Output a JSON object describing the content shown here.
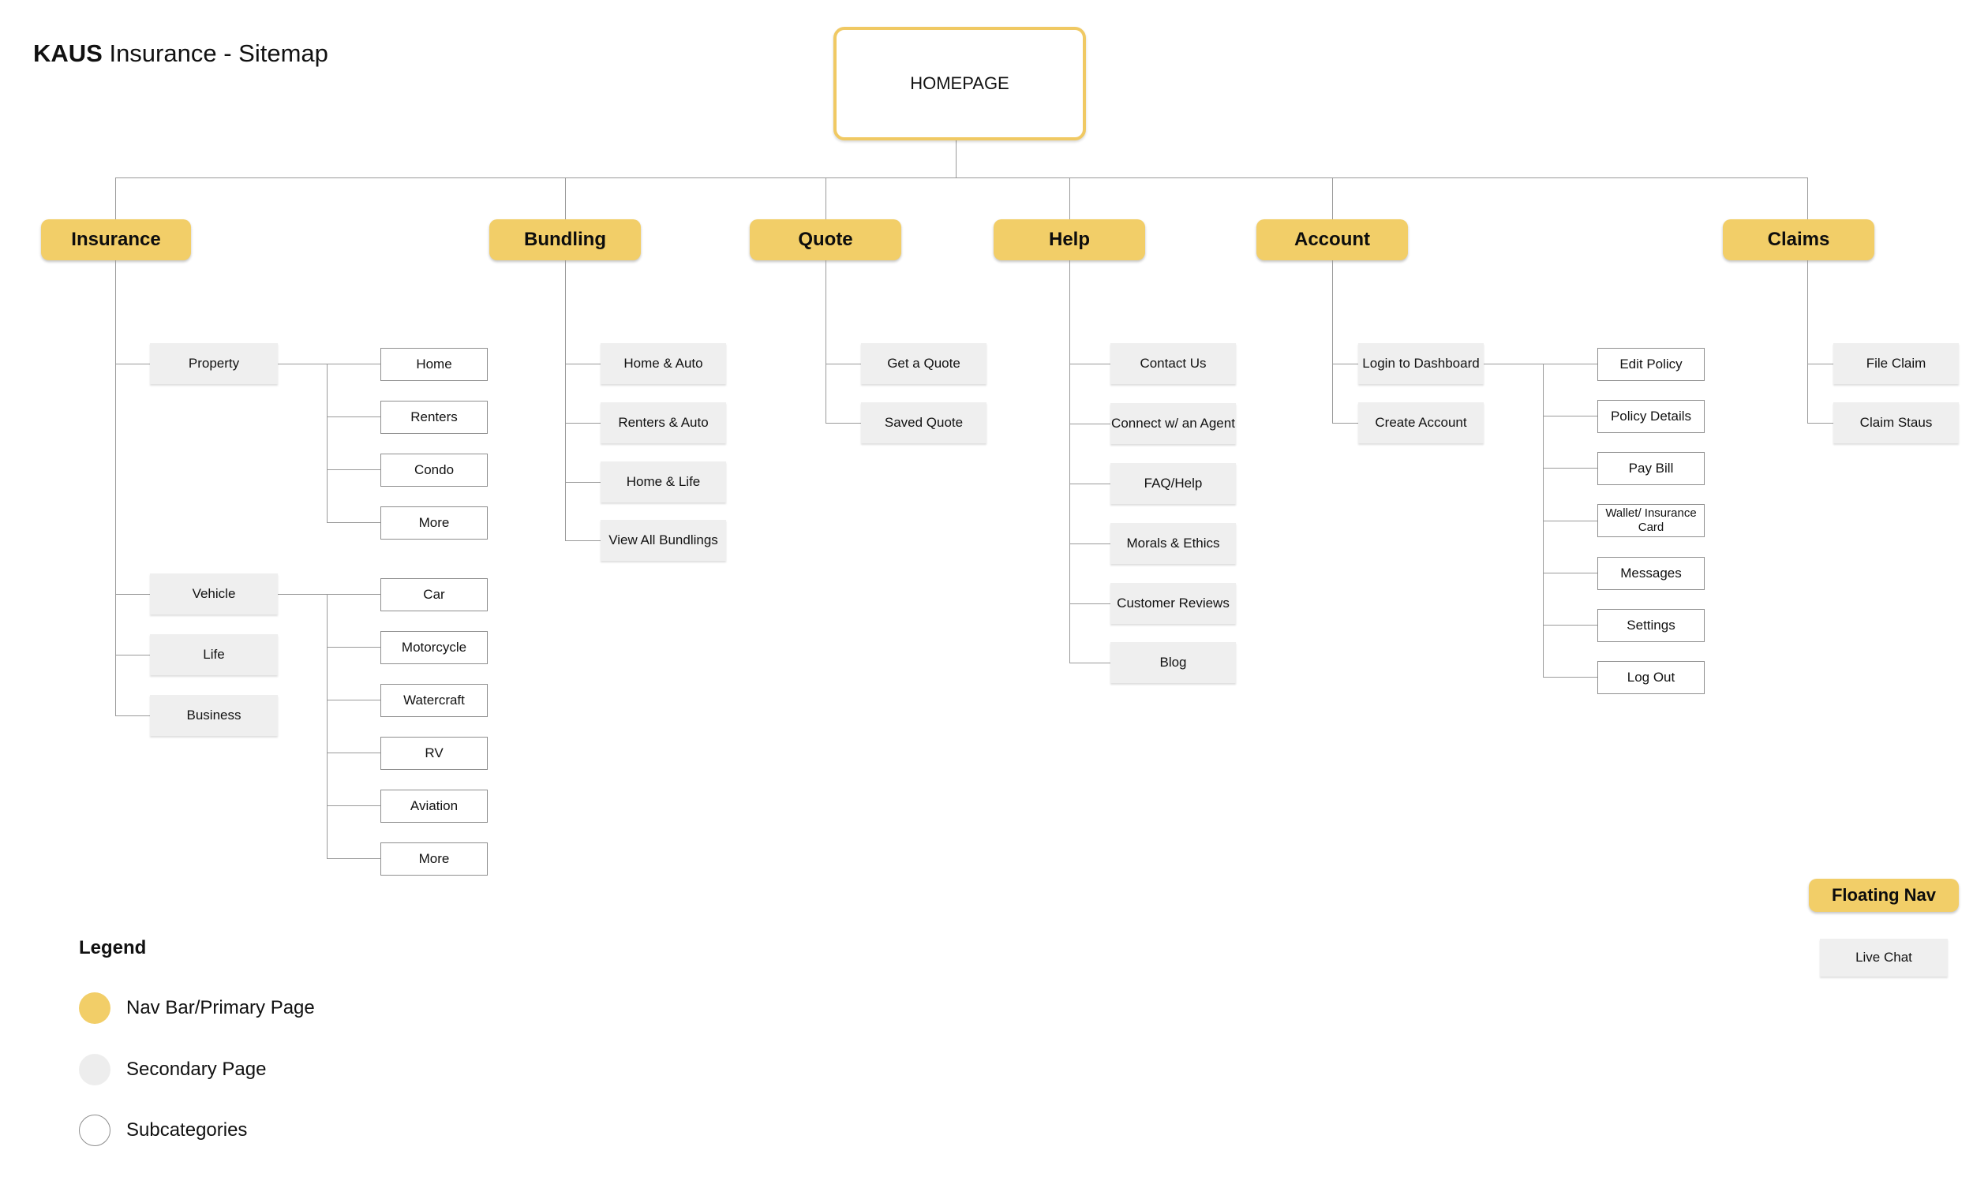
{
  "title": {
    "brand": "KAUS",
    "rest": " Insurance - Sitemap"
  },
  "root": {
    "label": "HOMEPAGE"
  },
  "nav": [
    {
      "label": "Insurance"
    },
    {
      "label": "Bundling"
    },
    {
      "label": "Quote"
    },
    {
      "label": "Help"
    },
    {
      "label": "Account"
    },
    {
      "label": "Claims"
    }
  ],
  "insurance": {
    "secondary": [
      {
        "label": "Property"
      },
      {
        "label": "Vehicle"
      },
      {
        "label": "Life"
      },
      {
        "label": "Business"
      }
    ],
    "property_subs": [
      {
        "label": "Home"
      },
      {
        "label": "Renters"
      },
      {
        "label": "Condo"
      },
      {
        "label": "More"
      }
    ],
    "vehicle_subs": [
      {
        "label": "Car"
      },
      {
        "label": "Motorcycle"
      },
      {
        "label": "Watercraft"
      },
      {
        "label": "RV"
      },
      {
        "label": "Aviation"
      },
      {
        "label": "More"
      }
    ]
  },
  "bundling": {
    "secondary": [
      {
        "label": "Home & Auto"
      },
      {
        "label": "Renters & Auto"
      },
      {
        "label": "Home & Life"
      },
      {
        "label": "View All Bundlings"
      }
    ]
  },
  "quote": {
    "secondary": [
      {
        "label": "Get a Quote"
      },
      {
        "label": "Saved Quote"
      }
    ]
  },
  "help": {
    "secondary": [
      {
        "label": "Contact Us"
      },
      {
        "label": "Connect w/ an Agent"
      },
      {
        "label": "FAQ/Help"
      },
      {
        "label": "Morals & Ethics"
      },
      {
        "label": "Customer Reviews"
      },
      {
        "label": "Blog"
      }
    ]
  },
  "account": {
    "secondary": [
      {
        "label": "Login to Dashboard"
      },
      {
        "label": "Create Account"
      }
    ],
    "dashboard_subs": [
      {
        "label": "Edit Policy"
      },
      {
        "label": "Policy Details"
      },
      {
        "label": "Pay Bill"
      },
      {
        "label": "Wallet/ Insurance Card"
      },
      {
        "label": "Messages"
      },
      {
        "label": "Settings"
      },
      {
        "label": "Log Out"
      }
    ]
  },
  "claims": {
    "secondary": [
      {
        "label": "File Claim"
      },
      {
        "label": "Claim Staus"
      }
    ]
  },
  "floating_nav": {
    "label": "Floating Nav",
    "items": [
      {
        "label": "Live Chat"
      }
    ]
  },
  "legend": {
    "title": "Legend",
    "items": [
      {
        "label": "Nav Bar/Primary Page",
        "color": "#f2ce68"
      },
      {
        "label": "Secondary Page",
        "color": "#ededed"
      },
      {
        "label": "Subcategories",
        "color": "#ffffff"
      }
    ]
  }
}
